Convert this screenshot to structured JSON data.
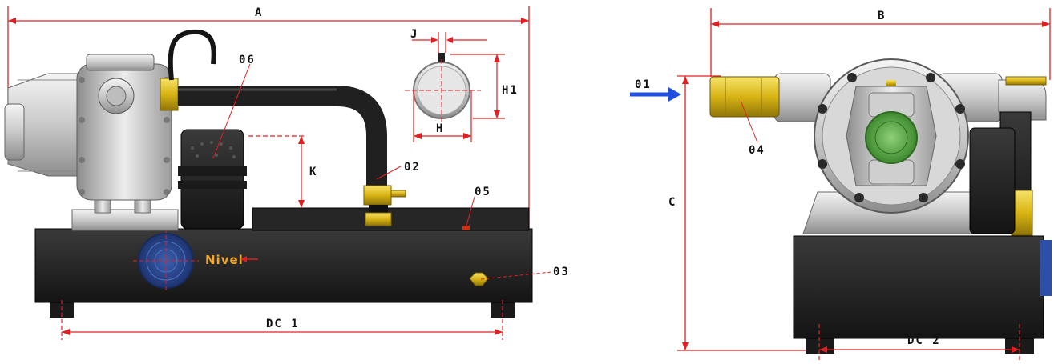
{
  "dimensions": {
    "A": "A",
    "B": "B",
    "C": "C",
    "H": "H",
    "H1": "H1",
    "J": "J",
    "K": "K",
    "DC1": "DC 1",
    "DC2": "DC 2"
  },
  "callouts": {
    "c01": "01",
    "c02": "02",
    "c03": "03",
    "c04": "04",
    "c05": "05",
    "c06": "06"
  },
  "nivel_label": "Nivel",
  "colors": {
    "dimension_line": "#e02020",
    "base": "#2a2a2a",
    "brass": "#e0c21a",
    "steel": "#c8c8c8",
    "hose": "#1e1e1e",
    "inlet_arrow": "#1f4fe0",
    "nivel_text": "#f5a623"
  }
}
